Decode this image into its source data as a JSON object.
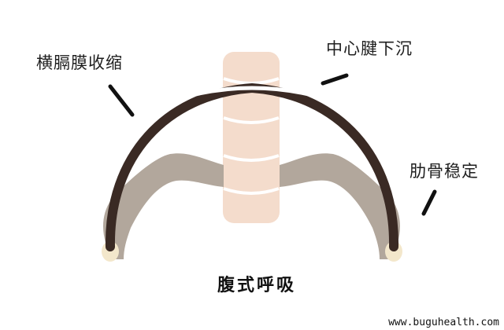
{
  "labels": {
    "diaphragm_contracts": "横膈膜收缩",
    "central_tendon_descends": "中心腱下沉",
    "ribs_stable": "肋骨稳定"
  },
  "title": "腹式呼吸",
  "watermark": "www.buguhealth.com",
  "colors": {
    "diaphragm": "#3a2a24",
    "central_tendon": "#ffffff",
    "rib": "#b2a79c",
    "rib_end": "#f3e7cb",
    "spine": "#f4dccc",
    "spine_edge": "#ead0bd",
    "pointer": "#111111"
  }
}
